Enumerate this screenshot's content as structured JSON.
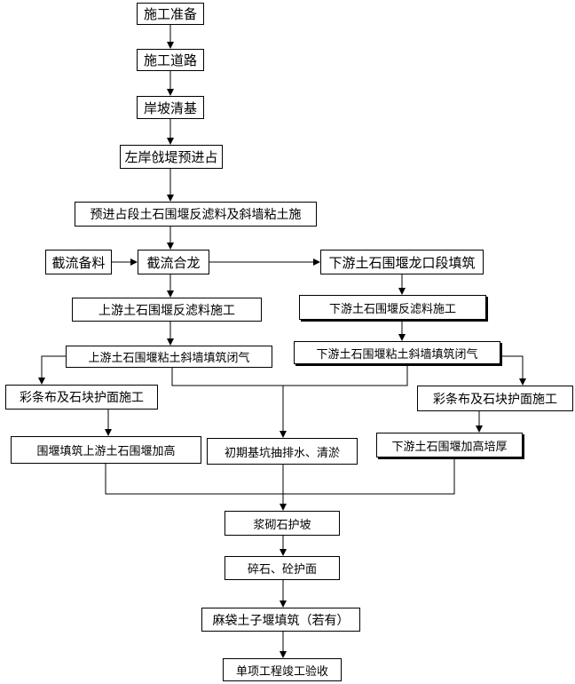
{
  "steps": {
    "s1": "施工准备",
    "s2": "施工道路",
    "s3": "岸坡清基",
    "s4": "左岸戗堤预进占",
    "s5": "预进占段土石围堰反滤料及斜墙粘土施",
    "s6_left": "截流备料",
    "s6": "截流合龙",
    "s6_right": "下游土石围堰龙口段填筑",
    "u1": "上游土石围堰反滤料施工",
    "u2": "上游土石围堰粘土斜墙填筑闭气",
    "u3": "彩条布及石块护面施工",
    "u4": "围堰填筑上游土石围堰加高",
    "d1": "下游土石围堰反滤料施工",
    "d2": "下游土石围堰粘土斜墙填筑闭气",
    "d3": "彩条布及石块护面施工",
    "d4": "下游土石围堰加高培厚",
    "c1": "初期基坑抽排水、清淤",
    "m1": "浆砌石护坡",
    "m2": "碎石、砼护面",
    "m3": "麻袋土子堰填筑（若有）",
    "m4": "单项工程竣工验收"
  }
}
